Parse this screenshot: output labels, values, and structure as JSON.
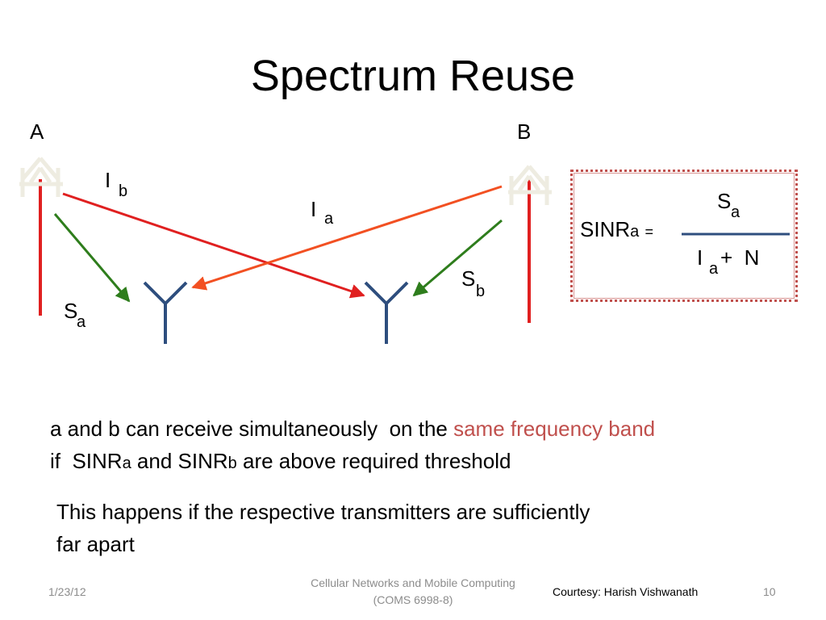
{
  "slide": {
    "title": "Spectrum Reuse",
    "transmitters": {
      "a": "A",
      "b": "B"
    },
    "links": {
      "interference_b": {
        "main": "I",
        "sub": "b"
      },
      "interference_a": {
        "main": "I",
        "sub": "a"
      },
      "signal_a": {
        "main": "S",
        "sub": "a"
      },
      "signal_b": {
        "main": "S",
        "sub": "b"
      }
    },
    "formula": {
      "lhs_main": "SINR",
      "lhs_sub": "a",
      "equals": "=",
      "numerator_main": "S",
      "numerator_sub": "a",
      "denominator_i": "I",
      "denominator_sub": "a",
      "denominator_rest": "+  N"
    },
    "colors": {
      "transmitter_antenna": "#eeece1",
      "tower": "#e02020",
      "receiver": "#2e4e7e",
      "signal_arrow": "#2e7d1c",
      "interference_b_arrow": "#e02020",
      "interference_a_arrow": "#f25022",
      "highlight_text": "#c0504d"
    },
    "paragraph1": {
      "line1_part1": "a and b can receive simultaneously  on the ",
      "line1_highlight": "same frequency band",
      "line2_part1": "if  SINR",
      "line2_sub1": "a",
      "line2_part2": " and SINR",
      "line2_sub2": "b",
      "line2_part3": " are above required threshold"
    },
    "paragraph2": {
      "line1": "This happens if the respective transmitters are sufficiently",
      "line2": "far apart"
    },
    "footer": {
      "date": "1/23/12",
      "course_line1": "Cellular Networks and Mobile Computing",
      "course_line2": "(COMS 6998-8)",
      "courtesy": "Courtesy: Harish Vishwanath",
      "page_number": "10"
    }
  }
}
